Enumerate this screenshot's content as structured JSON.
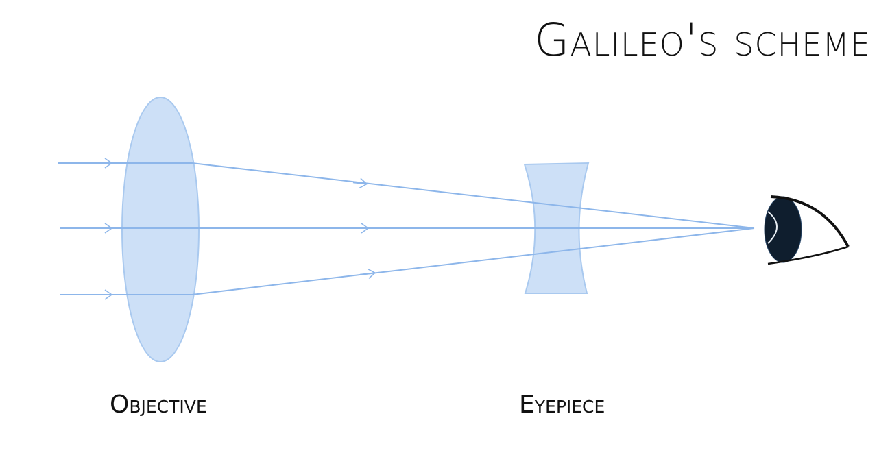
{
  "title": "Galileo's scheme",
  "labels": {
    "objective": "Objective",
    "eyepiece": "Eyepiece"
  },
  "colors": {
    "lens_fill": "#cde0f7",
    "lens_stroke": "#a9c9ef",
    "ray": "#8db6ea",
    "eye": "#0f1e2e"
  }
}
